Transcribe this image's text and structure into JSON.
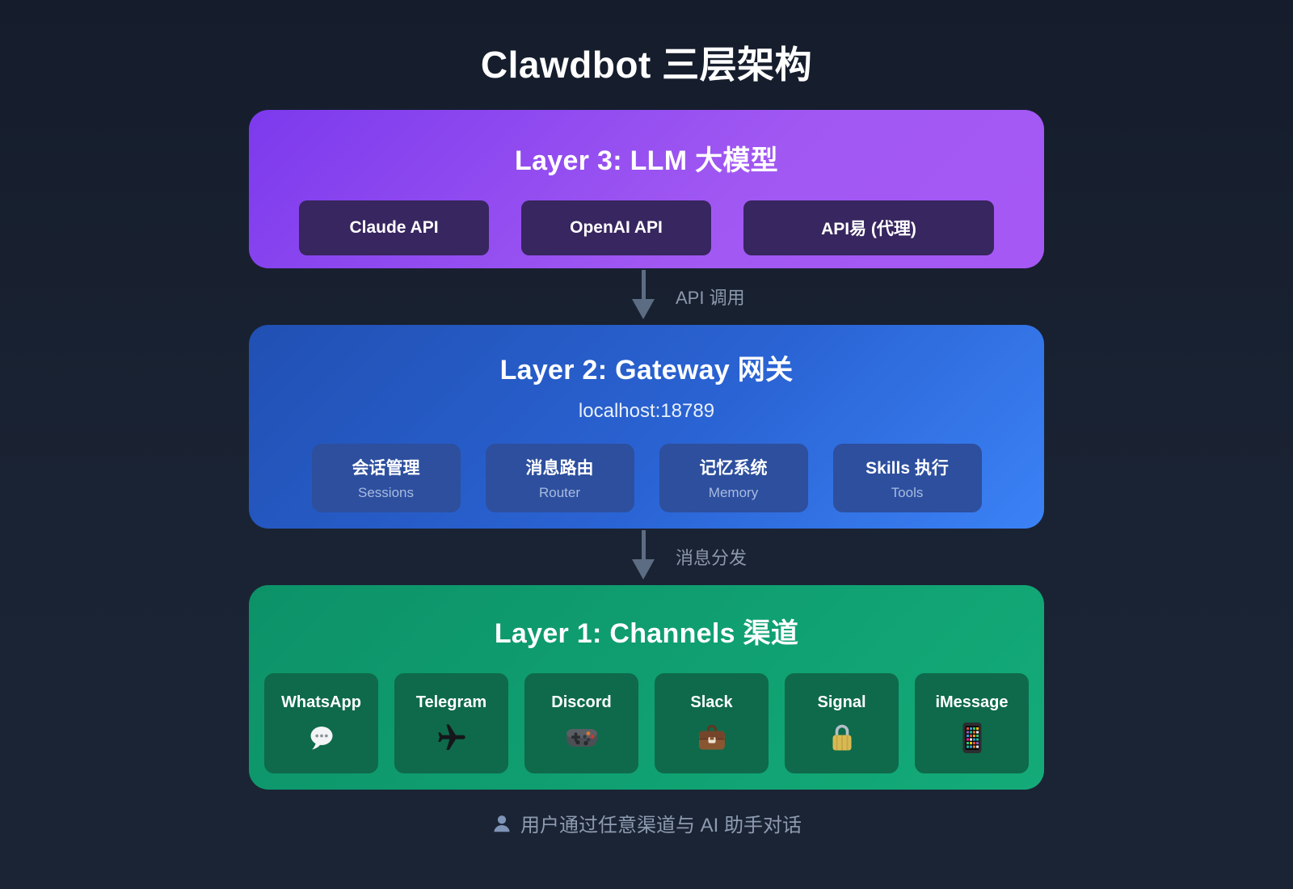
{
  "page": {
    "title": "Clawdbot 三层架构"
  },
  "layer3": {
    "title": "Layer 3: LLM 大模型",
    "items": [
      {
        "label": "Claude API"
      },
      {
        "label": "OpenAI API"
      },
      {
        "label": "API易 (代理)"
      }
    ]
  },
  "connector1": {
    "label": "API 调用"
  },
  "layer2": {
    "title": "Layer 2: Gateway 网关",
    "subtitle": "localhost:18789",
    "items": [
      {
        "title": "会话管理",
        "subtitle": "Sessions"
      },
      {
        "title": "消息路由",
        "subtitle": "Router"
      },
      {
        "title": "记忆系统",
        "subtitle": "Memory"
      },
      {
        "title": "Skills 执行",
        "subtitle": "Tools"
      }
    ]
  },
  "connector2": {
    "label": "消息分发"
  },
  "layer1": {
    "title": "Layer 1: Channels 渠道",
    "items": [
      {
        "label": "WhatsApp",
        "icon": "speech-balloon-icon"
      },
      {
        "label": "Telegram",
        "icon": "airplane-icon"
      },
      {
        "label": "Discord",
        "icon": "game-controller-icon"
      },
      {
        "label": "Slack",
        "icon": "briefcase-icon"
      },
      {
        "label": "Signal",
        "icon": "lock-icon"
      },
      {
        "label": "iMessage",
        "icon": "mobile-phone-icon"
      }
    ]
  },
  "footer": {
    "text": "用户通过任意渠道与 AI 助手对话",
    "icon": "user-bust-icon"
  },
  "colors": {
    "background": "#1a2333",
    "layer3_gradient_start": "#7c3aed",
    "layer3_gradient_end": "#a658f5",
    "layer3_chip": "#37265f",
    "layer2_gradient_start": "#2150b3",
    "layer2_gradient_end": "#3b82f6",
    "layer2_chip": "#2d4f9e",
    "layer1_gradient_start": "#0d9268",
    "layer1_gradient_end": "#14ab79",
    "layer1_chip": "#0e6a4a",
    "arrow": "#5c6c83",
    "connector_label": "#8c99ad",
    "footer_text": "#8d9bb1"
  }
}
